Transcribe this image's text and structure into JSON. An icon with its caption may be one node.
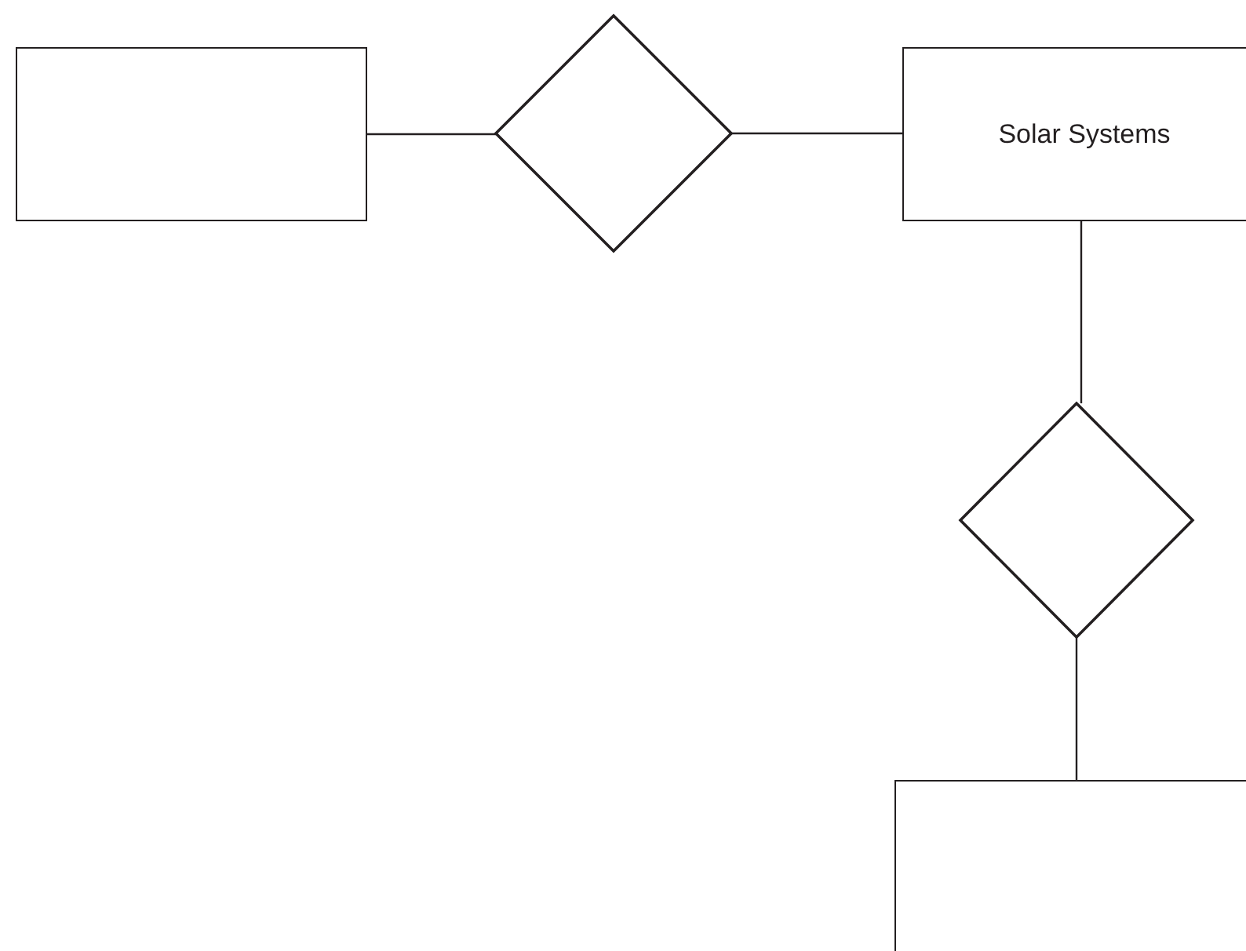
{
  "diagram": {
    "nodes": [
      {
        "text": [],
        "shape": "box"
      },
      {
        "text": [],
        "shape": "diamond"
      },
      {
        "text": [
          "Solar Systems"
        ]
      },
      {
        "text": [],
        "shape": "diamond"
      },
      {
        "text": [],
        "shape": "box"
      }
    ],
    "edges": [
      {
        "from": 0,
        "to": 1,
        "arrow": "none"
      },
      {
        "from": 1,
        "to": 2,
        "arrow": "none"
      },
      {
        "from": 2,
        "to": 3,
        "arrow": "none"
      },
      {
        "from": 3,
        "to": 4,
        "arrow": "none"
      }
    ]
  }
}
